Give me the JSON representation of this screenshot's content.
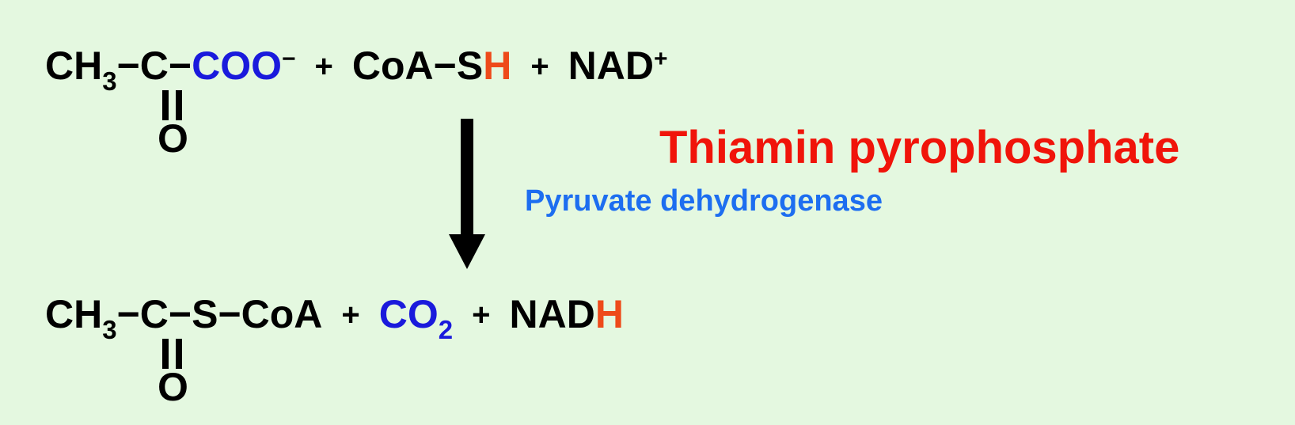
{
  "substrate": {
    "methyl": "CH",
    "methyl_sub": "3",
    "dash1": "−",
    "carbon": "C",
    "dash2": "−",
    "carboxyl": "COO",
    "charge": "−",
    "oxygen": "O"
  },
  "reactant_plus_1": "+",
  "coa": {
    "main": "CoA−S",
    "hydrogen": "H"
  },
  "reactant_plus_2": "+",
  "nad": {
    "main": "NAD",
    "charge": "+"
  },
  "cofactor_label": "Thiamin pyrophosphate",
  "enzyme_label": "Pyruvate dehydrogenase",
  "product": {
    "methyl": "CH",
    "methyl_sub": "3",
    "dash1": "−",
    "carbon": "C",
    "rest": "−S−CoA",
    "oxygen": "O"
  },
  "product_plus_1": "+",
  "co2": {
    "main": "CO",
    "sub": "2"
  },
  "product_plus_2": "+",
  "nadh": {
    "main": "NAD",
    "hydrogen": "H"
  },
  "colors": {
    "background": "#e4f8e0",
    "blue_species": "#1a1adc",
    "hydrogen": "#ee4a1a",
    "cofactor": "#f0140a",
    "enzyme": "#1d6ef0"
  }
}
